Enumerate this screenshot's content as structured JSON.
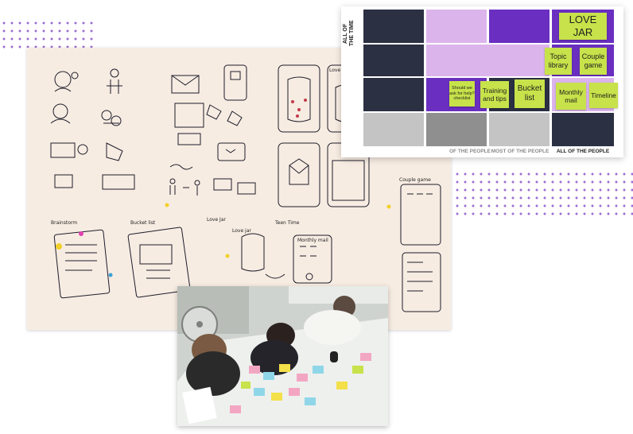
{
  "matrix": {
    "y_label_line1": "ALL OF",
    "y_label_line2": "THE TIME",
    "x_labels": [
      "OF THE PEOPLE",
      "MOST OF THE PEOPLE",
      "ALL OF THE PEOPLE"
    ],
    "notes": {
      "love_jar": "LOVE JAR",
      "topic_library": "Topic library",
      "couple_game": "Couple game",
      "help_checklist": "Should we ask for help? checklist",
      "training_tips": "Training and tips",
      "bucket_list": "Bucket list",
      "monthly_mail": "Monthly mail",
      "timeline": "Timeline"
    },
    "colors": {
      "dark": "#2b3043",
      "lilac": "#dcb4ec",
      "purple": "#6a2fc1",
      "gray": "#8f8f8f",
      "lightgray": "#c4c4c4",
      "green": "#c7e24a"
    }
  },
  "sketch": {
    "labels": [
      "Love Jar",
      "Love Jar",
      "Love jar",
      "Teen Time",
      "Monthly mail",
      "Brainstorm",
      "Bucket list",
      "Couple game"
    ]
  }
}
